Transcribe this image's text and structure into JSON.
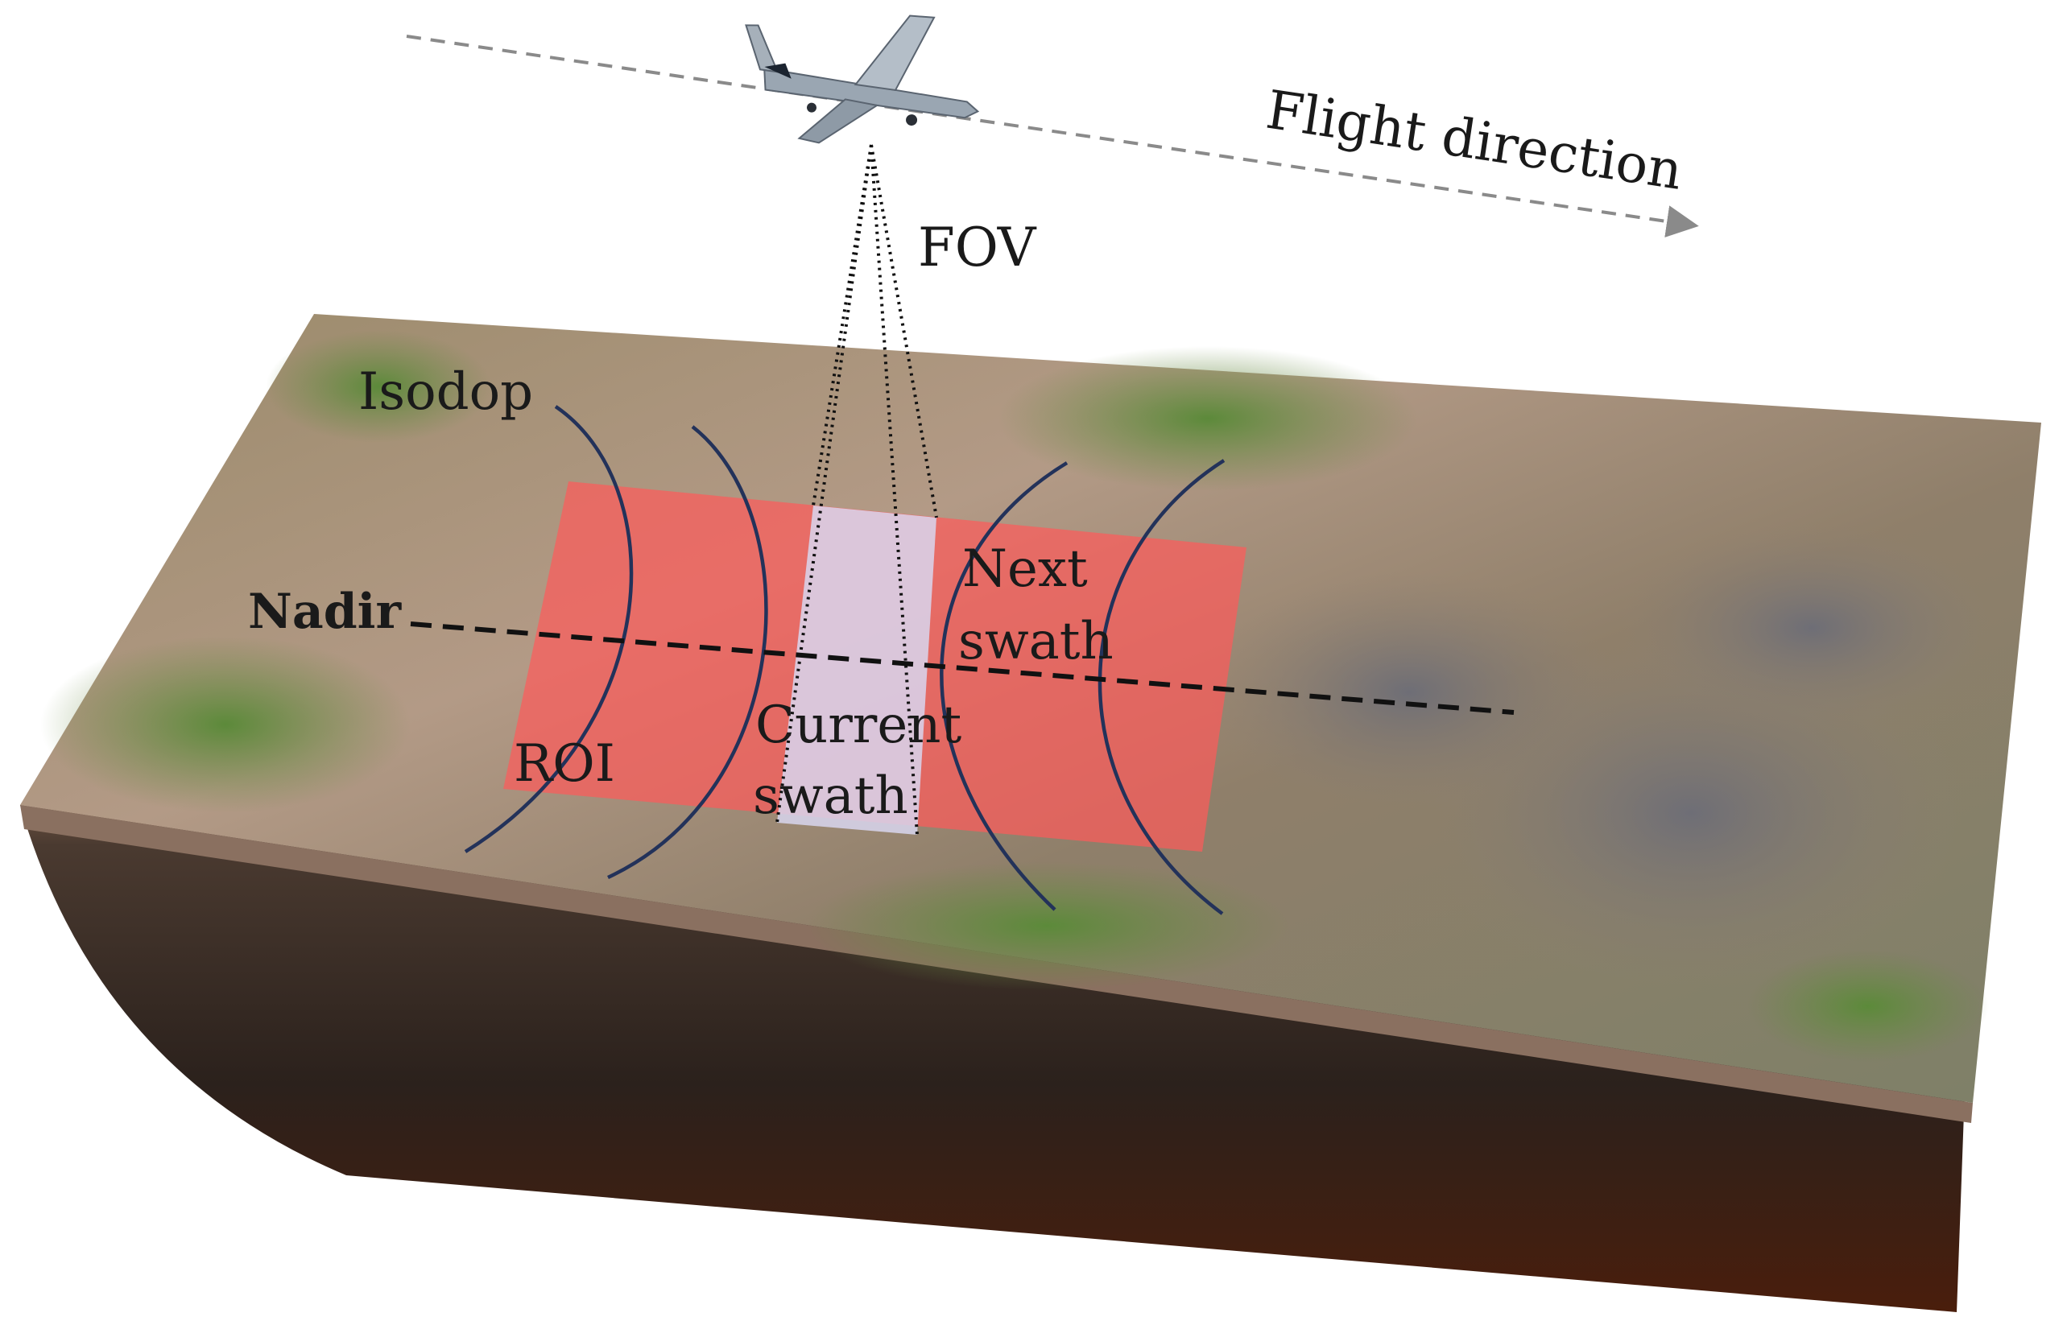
{
  "labels": {
    "flight_direction": "Flight direction",
    "fov": "FOV",
    "isodop": "Isodop",
    "nadir": "Nadir",
    "next_swath_line1": "Next",
    "next_swath_line2": "swath",
    "current_swath_line1": "Current",
    "current_swath_line2": "swath",
    "roi": "ROI"
  },
  "colors": {
    "roi_fill": "#ff5a5a",
    "current_swath_fill": "#d8d6ee",
    "isodop_line": "#23325a",
    "nadir_line": "#111111",
    "flight_line": "#8a8a8a"
  },
  "icons": {
    "aircraft": "uav-drone-icon"
  }
}
